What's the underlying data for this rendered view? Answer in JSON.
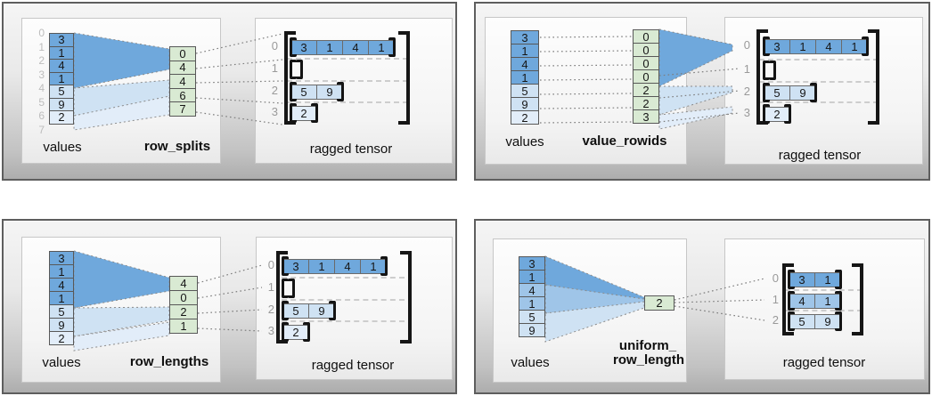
{
  "colors": {
    "cell_dark": "#6fa8dc",
    "cell_medium": "#9fc5e8",
    "cell_light": "#cfe2f3",
    "cell_lighter": "#e2edf9",
    "cell_green": "#d9ead3",
    "connector_gray": "#7d7d7d",
    "index_gray": "#bdbdbd",
    "row_label_gray": "#9a9a9a"
  },
  "panels": [
    {
      "name": "row_splits",
      "values_label": "values",
      "param_label": "row_splits",
      "tensor_label": "ragged tensor",
      "value_indices": [
        "0",
        "1",
        "2",
        "3",
        "4",
        "5",
        "6",
        "7"
      ],
      "values": [
        {
          "t": "3",
          "s": "d"
        },
        {
          "t": "1",
          "s": "d"
        },
        {
          "t": "4",
          "s": "d"
        },
        {
          "t": "1",
          "s": "d"
        },
        {
          "t": "5",
          "s": "l"
        },
        {
          "t": "9",
          "s": "l"
        },
        {
          "t": "2",
          "s": "e"
        }
      ],
      "param_cells": [
        {
          "t": "0",
          "s": "g"
        },
        {
          "t": "4",
          "s": "g"
        },
        {
          "t": "4",
          "s": "g"
        },
        {
          "t": "6",
          "s": "g"
        },
        {
          "t": "7",
          "s": "g"
        }
      ],
      "tensor": {
        "rows": [
          {
            "index": "0",
            "cells": [
              {
                "t": "3",
                "s": "d"
              },
              {
                "t": "1",
                "s": "d"
              },
              {
                "t": "4",
                "s": "d"
              },
              {
                "t": "1",
                "s": "d"
              }
            ]
          },
          {
            "index": "1",
            "cells": []
          },
          {
            "index": "2",
            "cells": [
              {
                "t": "5",
                "s": "l"
              },
              {
                "t": "9",
                "s": "l"
              }
            ]
          },
          {
            "index": "3",
            "cells": [
              {
                "t": "2",
                "s": "e"
              }
            ]
          }
        ]
      }
    },
    {
      "name": "value_rowids",
      "values_label": "values",
      "param_label": "value_rowids",
      "tensor_label": "ragged tensor",
      "values": [
        {
          "t": "3",
          "s": "d"
        },
        {
          "t": "1",
          "s": "d"
        },
        {
          "t": "4",
          "s": "d"
        },
        {
          "t": "1",
          "s": "d"
        },
        {
          "t": "5",
          "s": "l"
        },
        {
          "t": "9",
          "s": "l"
        },
        {
          "t": "2",
          "s": "e"
        }
      ],
      "param_cells": [
        {
          "t": "0",
          "s": "g"
        },
        {
          "t": "0",
          "s": "g"
        },
        {
          "t": "0",
          "s": "g"
        },
        {
          "t": "0",
          "s": "g"
        },
        {
          "t": "2",
          "s": "g"
        },
        {
          "t": "2",
          "s": "g"
        },
        {
          "t": "3",
          "s": "g"
        }
      ],
      "tensor": {
        "rows": [
          {
            "index": "0",
            "cells": [
              {
                "t": "3",
                "s": "d"
              },
              {
                "t": "1",
                "s": "d"
              },
              {
                "t": "4",
                "s": "d"
              },
              {
                "t": "1",
                "s": "d"
              }
            ]
          },
          {
            "index": "1",
            "cells": []
          },
          {
            "index": "2",
            "cells": [
              {
                "t": "5",
                "s": "l"
              },
              {
                "t": "9",
                "s": "l"
              }
            ]
          },
          {
            "index": "3",
            "cells": [
              {
                "t": "2",
                "s": "e"
              }
            ]
          }
        ]
      }
    },
    {
      "name": "row_lengths",
      "values_label": "values",
      "param_label": "row_lengths",
      "tensor_label": "ragged tensor",
      "values": [
        {
          "t": "3",
          "s": "d"
        },
        {
          "t": "1",
          "s": "d"
        },
        {
          "t": "4",
          "s": "d"
        },
        {
          "t": "1",
          "s": "d"
        },
        {
          "t": "5",
          "s": "l"
        },
        {
          "t": "9",
          "s": "l"
        },
        {
          "t": "2",
          "s": "e"
        }
      ],
      "param_cells": [
        {
          "t": "4",
          "s": "g"
        },
        {
          "t": "0",
          "s": "g"
        },
        {
          "t": "2",
          "s": "g"
        },
        {
          "t": "1",
          "s": "g"
        }
      ],
      "tensor": {
        "rows": [
          {
            "index": "0",
            "cells": [
              {
                "t": "3",
                "s": "d"
              },
              {
                "t": "1",
                "s": "d"
              },
              {
                "t": "4",
                "s": "d"
              },
              {
                "t": "1",
                "s": "d"
              }
            ]
          },
          {
            "index": "1",
            "cells": []
          },
          {
            "index": "2",
            "cells": [
              {
                "t": "5",
                "s": "l"
              },
              {
                "t": "9",
                "s": "l"
              }
            ]
          },
          {
            "index": "3",
            "cells": [
              {
                "t": "2",
                "s": "e"
              }
            ]
          }
        ]
      }
    },
    {
      "name": "uniform_row_length",
      "values_label": "values",
      "param_label_lines": [
        "uniform_",
        "row_length"
      ],
      "tensor_label": "ragged tensor",
      "values": [
        {
          "t": "3",
          "s": "d"
        },
        {
          "t": "1",
          "s": "d"
        },
        {
          "t": "4",
          "s": "m"
        },
        {
          "t": "1",
          "s": "m"
        },
        {
          "t": "5",
          "s": "l"
        },
        {
          "t": "9",
          "s": "l"
        }
      ],
      "param_cells": [
        {
          "t": "2",
          "s": "g"
        }
      ],
      "tensor": {
        "rows": [
          {
            "index": "0",
            "cells": [
              {
                "t": "3",
                "s": "d"
              },
              {
                "t": "1",
                "s": "d"
              }
            ]
          },
          {
            "index": "1",
            "cells": [
              {
                "t": "4",
                "s": "m"
              },
              {
                "t": "1",
                "s": "m"
              }
            ]
          },
          {
            "index": "2",
            "cells": [
              {
                "t": "5",
                "s": "l"
              },
              {
                "t": "9",
                "s": "l"
              }
            ]
          }
        ]
      }
    }
  ]
}
